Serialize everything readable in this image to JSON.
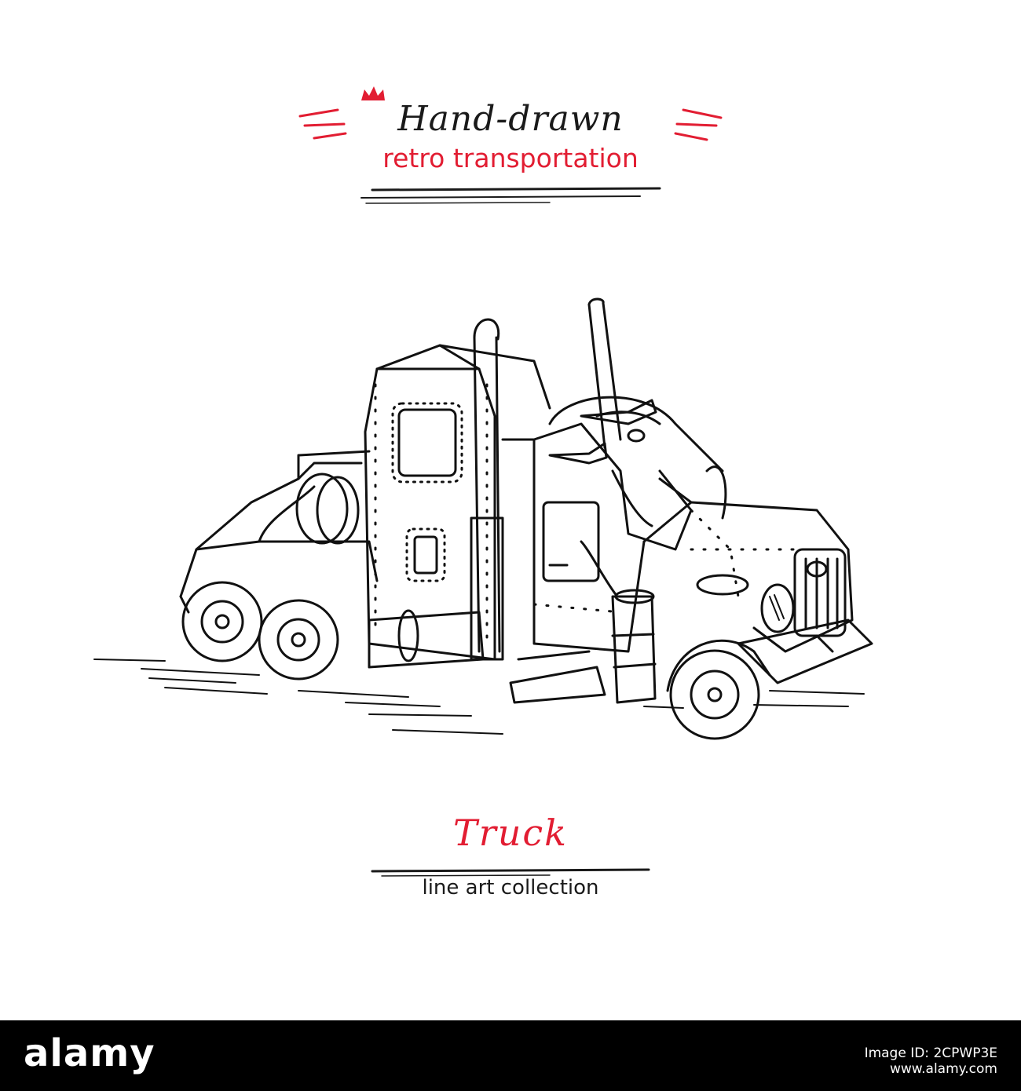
{
  "header": {
    "title": "Hand-drawn",
    "subtitle": "retro transportation"
  },
  "caption": {
    "title": "Truck",
    "subtitle": "line art collection"
  },
  "watermark": {
    "logo": "alamy",
    "image_id_label": "Image ID: 2CPWP3E",
    "url": "www.alamy.com"
  },
  "colors": {
    "accent": "#e21d32",
    "ink": "#1a1a1a",
    "background": "#ffffff",
    "bar": "#000000"
  }
}
